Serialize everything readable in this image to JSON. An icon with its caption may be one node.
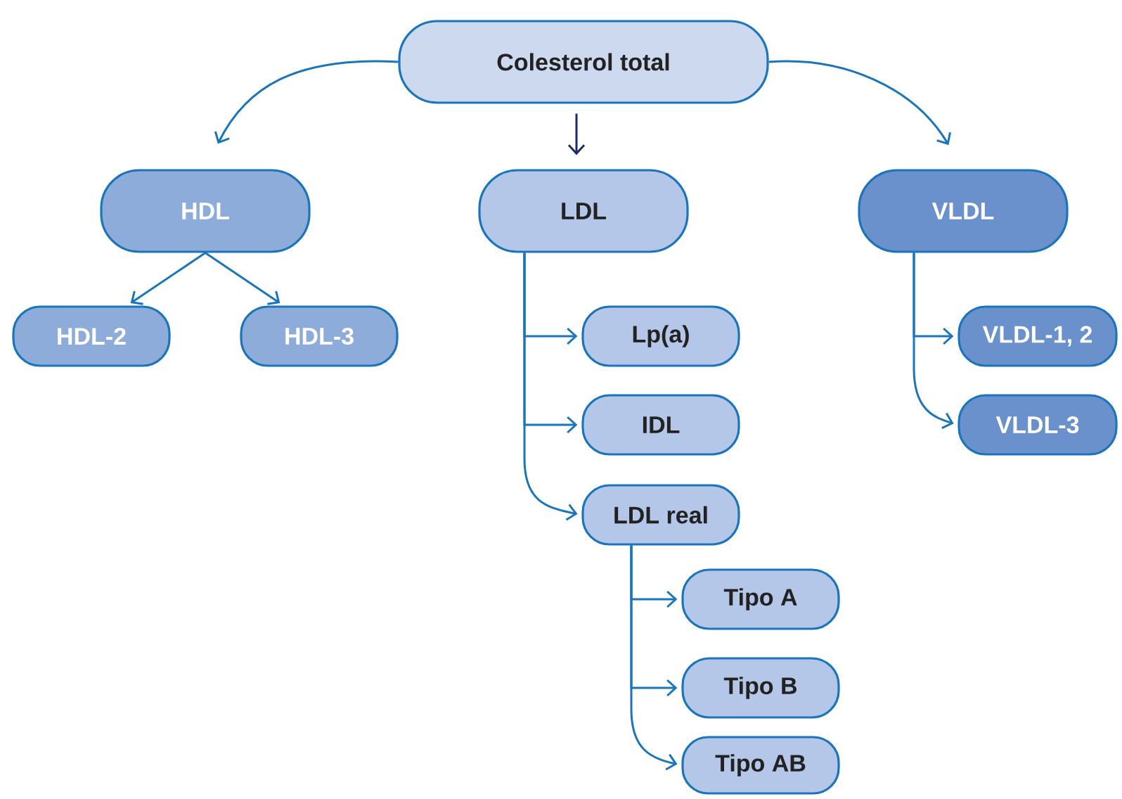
{
  "diagram": {
    "nodes": [
      {
        "text": [
          "Colesterol total"
        ]
      },
      {
        "text": [
          "HDL"
        ]
      },
      {
        "text": [
          "LDL"
        ]
      },
      {
        "text": [
          "VLDL"
        ]
      },
      {
        "text": [
          "HDL-2"
        ]
      },
      {
        "text": [
          "HDL-3"
        ]
      },
      {
        "text": [
          "Lp(a)"
        ]
      },
      {
        "text": [
          "IDL"
        ]
      },
      {
        "text": [
          "LDL real"
        ]
      },
      {
        "text": [
          "Tipo A"
        ]
      },
      {
        "text": [
          "Tipo B"
        ]
      },
      {
        "text": [
          "Tipo AB"
        ]
      },
      {
        "text": [
          "VLDL-1, 2"
        ]
      },
      {
        "text": [
          "VLDL-3"
        ]
      }
    ],
    "edges": [
      {
        "from": 0,
        "to": 1,
        "arrow": "to"
      },
      {
        "from": 0,
        "to": 2,
        "arrow": "to",
        "color": "#1a2a6c"
      },
      {
        "from": 0,
        "to": 3,
        "arrow": "to"
      },
      {
        "from": 1,
        "to": 4,
        "arrow": "to"
      },
      {
        "from": 1,
        "to": 5,
        "arrow": "to"
      },
      {
        "from": 2,
        "to": 6,
        "arrow": "to"
      },
      {
        "from": 2,
        "to": 7,
        "arrow": "to"
      },
      {
        "from": 2,
        "to": 8,
        "arrow": "to"
      },
      {
        "from": 8,
        "to": 9,
        "arrow": "to"
      },
      {
        "from": 8,
        "to": 10,
        "arrow": "to"
      },
      {
        "from": 8,
        "to": 11,
        "arrow": "to"
      },
      {
        "from": 3,
        "to": 12,
        "arrow": "to"
      },
      {
        "from": 3,
        "to": 13,
        "arrow": "to"
      }
    ]
  }
}
